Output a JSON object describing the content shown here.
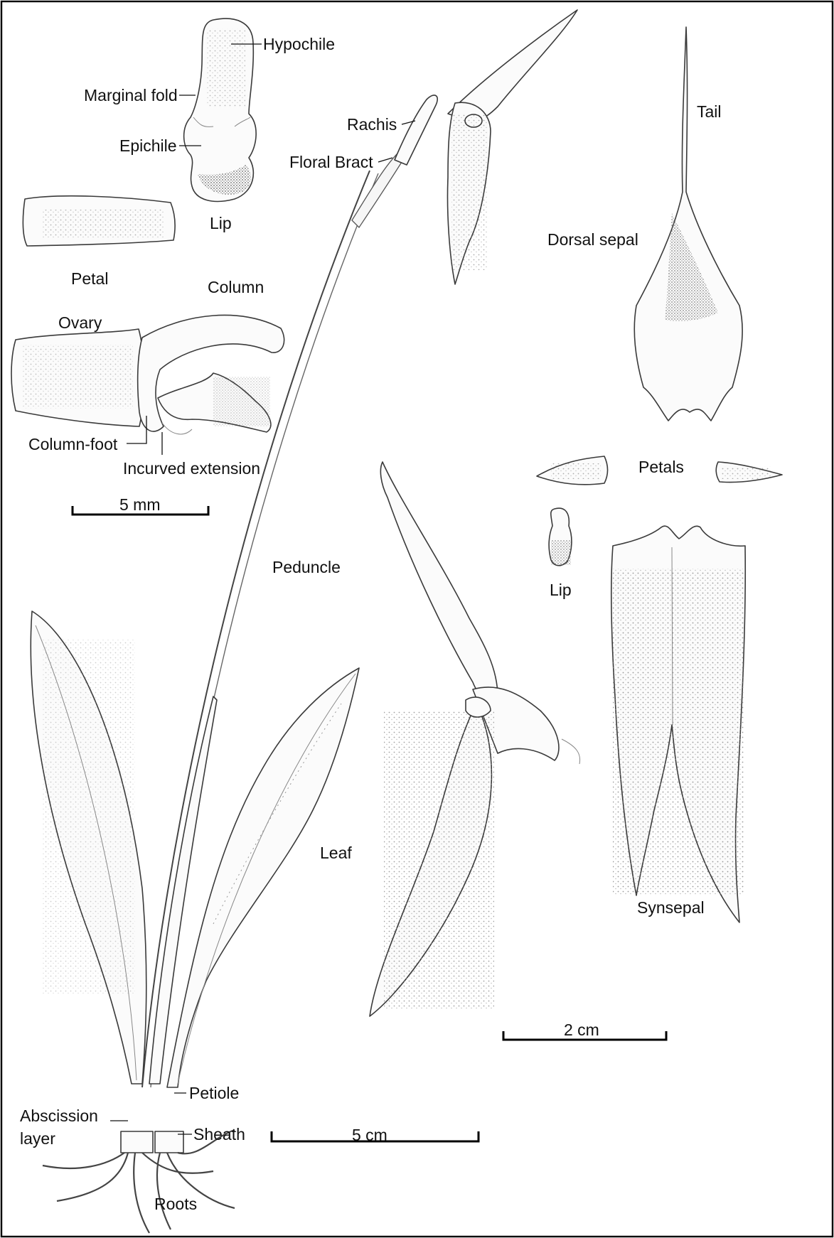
{
  "labels": {
    "hypochile": "Hypochile",
    "marginal_fold": "Marginal fold",
    "epichile": "Epichile",
    "lip_detail": "Lip",
    "petal": "Petal",
    "column": "Column",
    "ovary": "Ovary",
    "column_foot": "Column-foot",
    "incurved_extension": "Incurved extension",
    "rachis": "Rachis",
    "floral_bract": "Floral Bract",
    "tail": "Tail",
    "dorsal_sepal": "Dorsal sepal",
    "petals": "Petals",
    "lip_small": "Lip",
    "peduncle": "Peduncle",
    "leaf": "Leaf",
    "synsepal": "Synsepal",
    "petiole": "Petiole",
    "abscission_layer_1": "Abscission",
    "abscission_layer_2": "layer",
    "sheath": "Sheath",
    "roots": "Roots"
  },
  "scale_bars": {
    "small": "5 mm",
    "medium": "2 cm",
    "large": "5 cm"
  }
}
